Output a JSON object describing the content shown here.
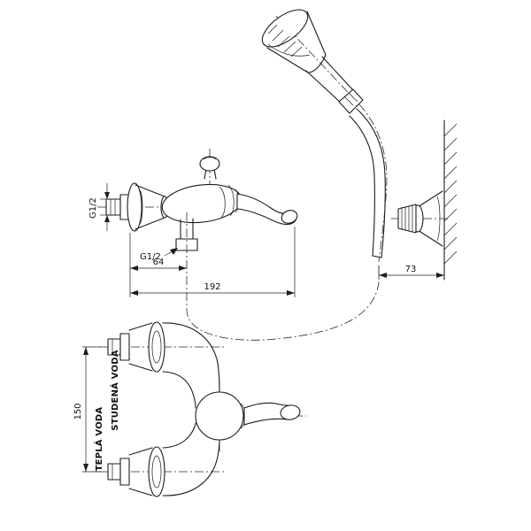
{
  "drawing": {
    "kind": "technical dimension drawing of wall-mounted shower mixer faucet with hand shower and wall bracket"
  },
  "dims": {
    "g12_top": "G1/2",
    "g12_bottom": "G1/2",
    "w64": "64",
    "w192": "192",
    "w73": "73",
    "h150": "150"
  },
  "labels": {
    "cold_water": "STUDENÁ VODA",
    "hot_water": "TEPLÁ VODA"
  },
  "colors": {
    "line": "#1c1c1c",
    "centerline": "#2a2a2a",
    "background": "#ffffff"
  }
}
